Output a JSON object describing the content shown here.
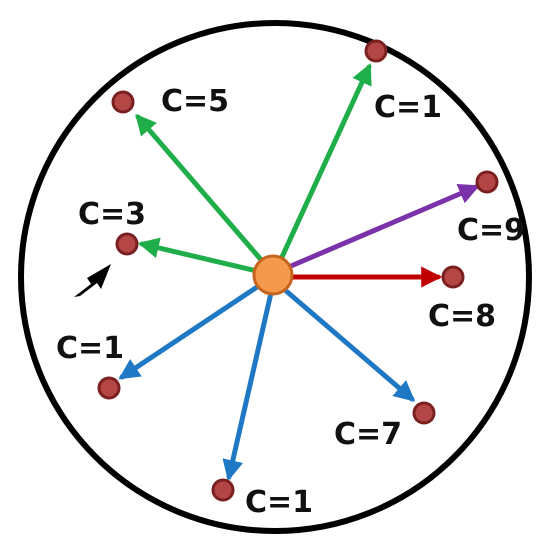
{
  "colors": {
    "boundary": "#000000",
    "center_fill": "#f39a4d",
    "center_stroke": "#c4641f",
    "node_fill": "#b44646",
    "node_stroke": "#7a2020",
    "green": "#1fae4a",
    "purple": "#7b32a8",
    "red": "#c00000",
    "blue": "#1f78c4",
    "pointer": "#000000"
  },
  "edges": [
    {
      "id": "top-right",
      "label": "C=1",
      "color": "green"
    },
    {
      "id": "upper-left",
      "label": "C=5",
      "color": "green"
    },
    {
      "id": "left",
      "label": "C=3",
      "color": "green"
    },
    {
      "id": "right-upper",
      "label": "C=9",
      "color": "purple"
    },
    {
      "id": "right",
      "label": "C=8",
      "color": "red"
    },
    {
      "id": "lower-left",
      "label": "C=1",
      "color": "blue"
    },
    {
      "id": "bottom",
      "label": "C=1",
      "color": "blue"
    },
    {
      "id": "lower-right",
      "label": "C=7",
      "color": "blue"
    }
  ],
  "pointer": {
    "icon": "black-arrow-icon",
    "target": "left"
  }
}
